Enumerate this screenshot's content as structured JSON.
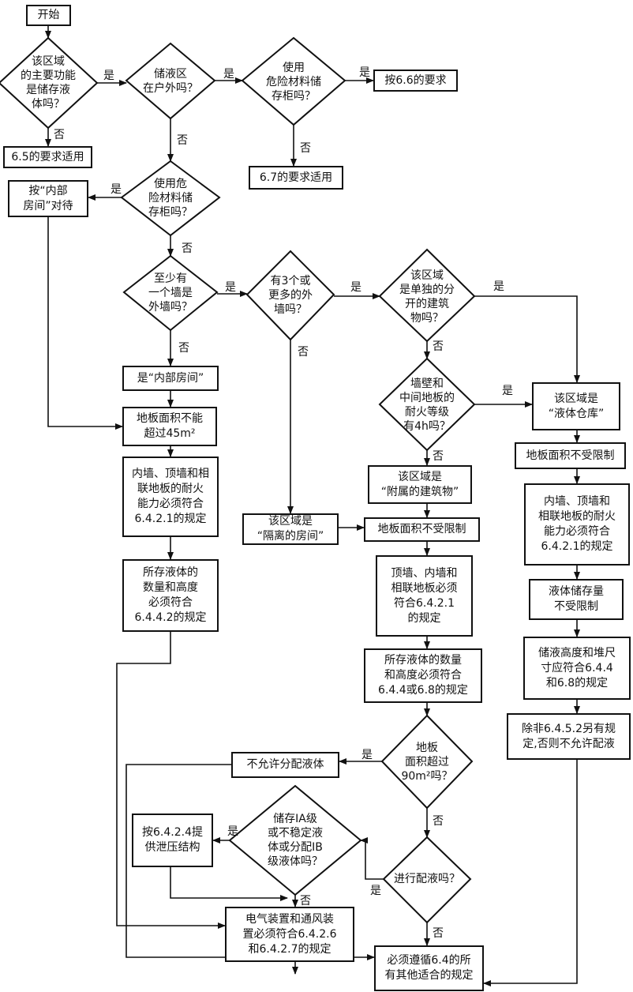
{
  "start": "开始",
  "decisions": {
    "d1": "该区域\n的主要功能\n是储存液\n体吗？",
    "d2": "储液区\n在户外吗？",
    "d3": "使用\n危险材料储\n存柜吗？",
    "d4": "使用危\n险材料储\n存柜吗？",
    "d5": "至少有\n一个墙是\n外墙吗？",
    "d6": "有3个或\n更多的外\n墙吗？",
    "d7": "该区域\n是单独的分\n开的建筑\n物吗？",
    "d8": "墙壁和\n中间地板的\n耐火等级\n有4h吗？",
    "d9": "地板\n面积超过\n90m²吗？",
    "d10": "储存IA级\n或不稳定液\n体或分配IB\n级液体吗？",
    "d11": "进行配液吗？"
  },
  "boxes": {
    "b65": "6.5的要求适用",
    "b66": "按6.6的要求",
    "b67": "6.7的要求适用",
    "b_inner_room": "按“内部\n房间”对待",
    "b_is_inner": "是“内部房间”",
    "b_45": "地板面积不能\n超过45m²",
    "b_fire1": "内墙、顶墙和相\n联地板的耐火\n能力必须符合\n6.4.2.1的规定",
    "b_qty1": "所存液体的\n数量和高度\n必须符合\n6.4.4.2的规定",
    "b_isolated": "该区域是\n“隔离的房间”",
    "b_attached": "该区域是\n“附属的建筑物”",
    "b_unlimited_mid": "地板面积不受限制",
    "b_fire_mid": "顶墙、内墙和\n相联地板必须\n符合6.4.2.1\n的规定",
    "b_qty_mid": "所存液体的数量\n和高度必须符合\n6.4.4或6.8的规定",
    "b_warehouse": "该区域是\n“液体仓库”",
    "b_unlimited_right": "地板面积不受限制",
    "b_fire_right": "内墙、顶墙和\n相联地板的耐火\n能力必须符合\n6.4.2.1的规定",
    "b_storage_unlimited": "液体储存量\n不受限制",
    "b_height_right": "储液高度和堆尺\n寸应符合6.4.4\n和6.8的规定",
    "b_no_dispense_unless": "除非6.4.5.2另有规\n定,否则不允许配液",
    "b_no_dispense": "不允许分配液体",
    "b_relief": "按6.4.2.4提\n供泄压结构",
    "b_electric": "电气装置和通风装\n置必须符合6.4.2.6\n和6.4.2.7的规定",
    "b_final": "必须遵循6.4的所\n有其他适合的规定"
  },
  "labels": {
    "yes": "是",
    "no": "否"
  }
}
